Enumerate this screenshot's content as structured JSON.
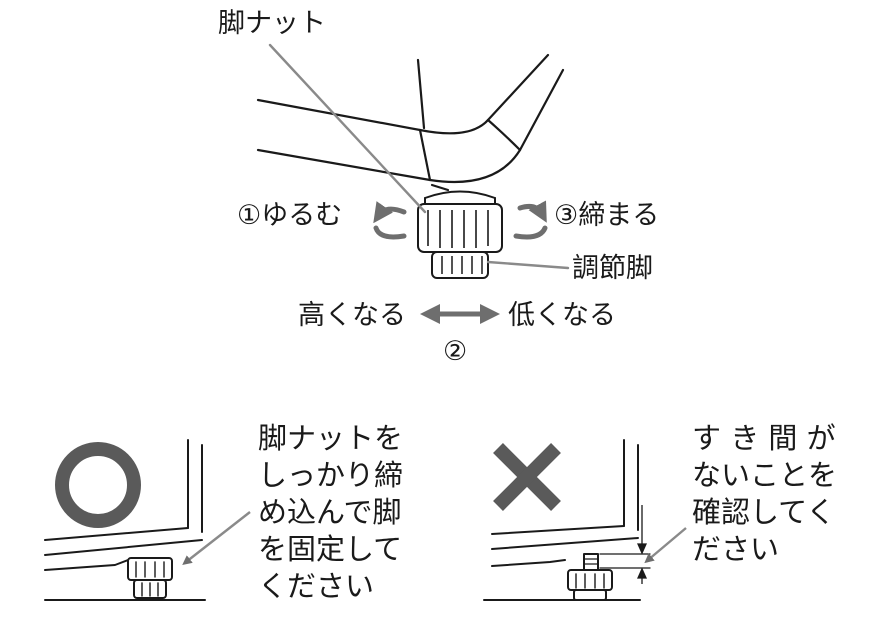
{
  "top": {
    "nut_label": "脚ナット",
    "loosen_label": "①ゆるむ",
    "tighten_label": "③締まる",
    "foot_label": "調節脚",
    "higher_label": "高くなる",
    "lower_label": "低くなる",
    "step2_label": "②"
  },
  "good": {
    "mark": "circle-correct-mark",
    "lines": [
      "脚ナットを",
      "しっかり締",
      "め込んで脚",
      "を固定して",
      "ください"
    ]
  },
  "bad": {
    "mark": "cross-wrong-mark",
    "lines": [
      "す き 間 が",
      "ないことを",
      "確認してく",
      "ださい"
    ]
  },
  "colors": {
    "line": "#1a1a1a",
    "leader": "#8a8a8a",
    "arrow": "#6e6e6e",
    "mark": "#5a5a5a"
  }
}
